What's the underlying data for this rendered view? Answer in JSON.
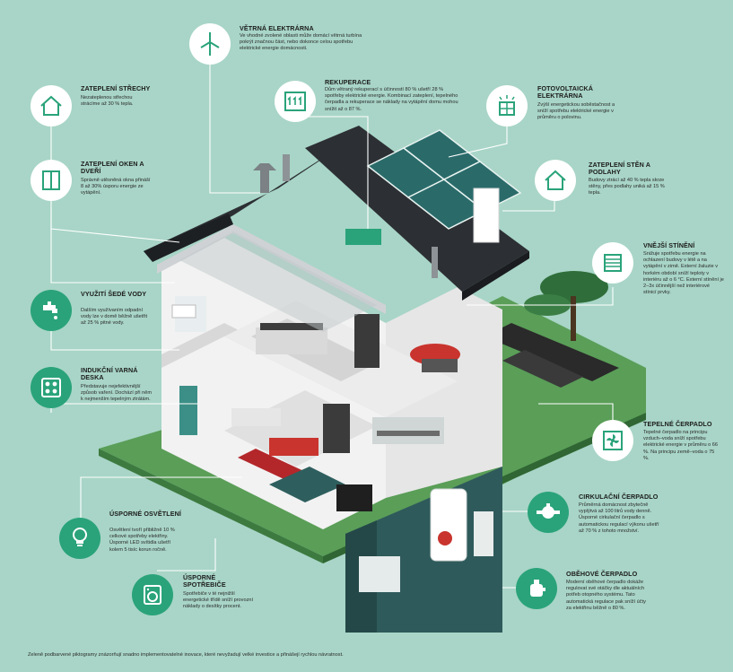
{
  "callouts": {
    "roof": {
      "title": "ZATEPLENÍ STŘECHY",
      "text": "Nezateplenou střechou strácíme až 30 % tepla.",
      "icon": "house-outline-icon"
    },
    "windows": {
      "title": "ZATEPLENÍ OKEN A DVEŘÍ",
      "text": "Správně utěsněná okna přináší 8 až 30% úsporu energie ze vytápění.",
      "icon": "window-icon"
    },
    "greywater": {
      "title": "VYUŽITÍ ŠEDÉ VODY",
      "text": "Dalším využívaním odpadní vody lze v domě běžně ušetřit až 25 % pitné vody.",
      "icon": "faucet-icon"
    },
    "induction": {
      "title": "INDUKČNÍ VARNÁ DESKA",
      "text": "Představuje nejefektivnější způsob vaření. Dochází při něm k nejmenším tepelným ztrátám.",
      "icon": "cooktop-icon"
    },
    "lighting": {
      "title": "ÚSPORNÉ OSVĚTLENÍ",
      "text": "Osvětlení tvoří přibližně 10 % celkové spotřeby elektřiny. Úsporné LED svítidla ušetří kolem 5 tisíc korun ročně.",
      "icon": "light-bulb-icon"
    },
    "appliances": {
      "title": "ÚSPORNÉ SPOTŘEBIČE",
      "text": "Spotřebiče v té nejnižší energetické třídě sníží provozní náklady o desítky procent.",
      "icon": "washing-machine-icon"
    },
    "wind": {
      "title": "VĚTRNÁ ELEKTRÁRNA",
      "text": "Ve vhodné zvolené oblasti může domácí větrná turbína pokrýt značnou část, nebo dokonce celou spotřebu elektrické energie domácnosti.",
      "icon": "wind-turbine-icon"
    },
    "recuperation": {
      "title": "REKUPERACE",
      "text": "Dům větraný rekuperací s účinností 80 % ušetří 28 % spotřeby elektrické energie. Kombinací zateplení, tepelného čerpadla a rekuperace se náklady na vytápění domu mohou snížit až o 87 %.",
      "icon": "recuperation-icon"
    },
    "solar": {
      "title": "FOTOVOLTAICKÁ ELEKTRÁRNA",
      "text": "Zvýší energetickou soběstačnost a sníží spotřebu elektrické energie v průměru o polovinu.",
      "icon": "solar-panel-icon"
    },
    "walls": {
      "title": "ZATEPLENÍ STĚN A PODLAHY",
      "text": "Budovy ztrácí až 40 % tepla skrze stěny, přes podlahy uniká až 15 % tepla.",
      "icon": "house-outline-icon"
    },
    "shading": {
      "title": "VNĚJŠÍ STÍNĚNÍ",
      "text": "Snižuje spotřebu energie na ochlazení budovy v létě a na vytápění v zimě. Externí žaluzie v horkém období sníží teploty v interiéru až o 6 °C. Externí stínění je 2–3x účinnější než interiérové stínicí prvky.",
      "icon": "blinds-icon"
    },
    "heatpump": {
      "title": "TEPELNÉ ČERPADLO",
      "text": "Tepelné čerpadlo na principu vzduch–voda sníží spotřebu elektrické energie v průměru o 66 %. Na principu země–voda o 75 %.",
      "icon": "fan-icon"
    },
    "circulation": {
      "title": "CIRKULAČNÍ ČERPADLO",
      "text": "Průměrná domácnost zbytečně vyplýtvá až 100 litrů vody denně. Úsporné cirkulační čerpadlo s automatickou regulací výkonu ušetří až 70 % z tohoto množství.",
      "icon": "pump-icon"
    },
    "circpump": {
      "title": "OBĚHOVÉ ČERPADLO",
      "text": "Moderní oběhové čerpadlo dokáže regulovat své otáčky dle aktuálních potřeb otopného systému. Tato automatická regulace pak sníží účty za elektřinu běžně o 80 %.",
      "icon": "pump-motor-icon"
    }
  },
  "footnote": "Zeleně podbarvené piktogramy znázorňují snadno implementovatelné inovace, které nevyžadují velké investice a přinášejí rychlou návratnost.",
  "colors": {
    "background": "#a8d5c7",
    "accent": "#2aa37a",
    "roof": "#2c2f33",
    "ground": "#5a9e58",
    "line": "#ffffff"
  }
}
